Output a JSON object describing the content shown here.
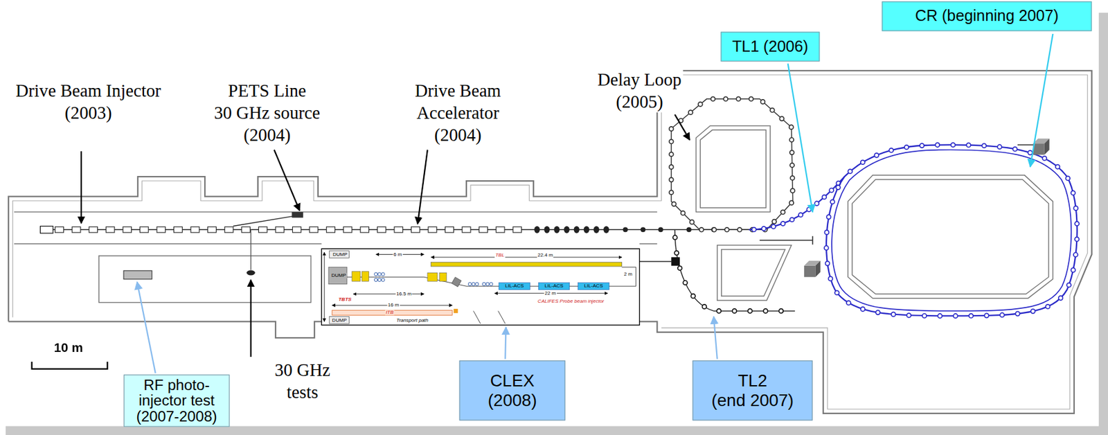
{
  "diagram": {
    "nodes": [
      {
        "text": [
          "TL1 (2006)"
        ]
      },
      {
        "text": [
          "CR (beginning 2007)"
        ]
      },
      {
        "text": [
          "RF photo-injector test (2007-2008)"
        ]
      },
      {
        "text": [
          "CLEX (2008)"
        ]
      },
      {
        "text": [
          "TL2 (end 2007)"
        ]
      }
    ],
    "labels": [
      "Drive Beam Injector (2003)",
      "PETS Line 30 GHz source (2004)",
      "Drive Beam Accelerator (2004)",
      "Delay Loop (2005)",
      "DUMP",
      "6 m",
      "TBL",
      "22.4 m",
      "DUMP",
      "2 m",
      "LIL-ACS",
      "LIL-ACS",
      "LIL-ACS",
      "16.5 m",
      "22 m",
      "TBTS",
      "CALIFES Probe beam injector",
      "16 m",
      "ITB",
      "DUMP",
      "Transport path",
      "10 m",
      "30 GHz tests"
    ]
  }
}
